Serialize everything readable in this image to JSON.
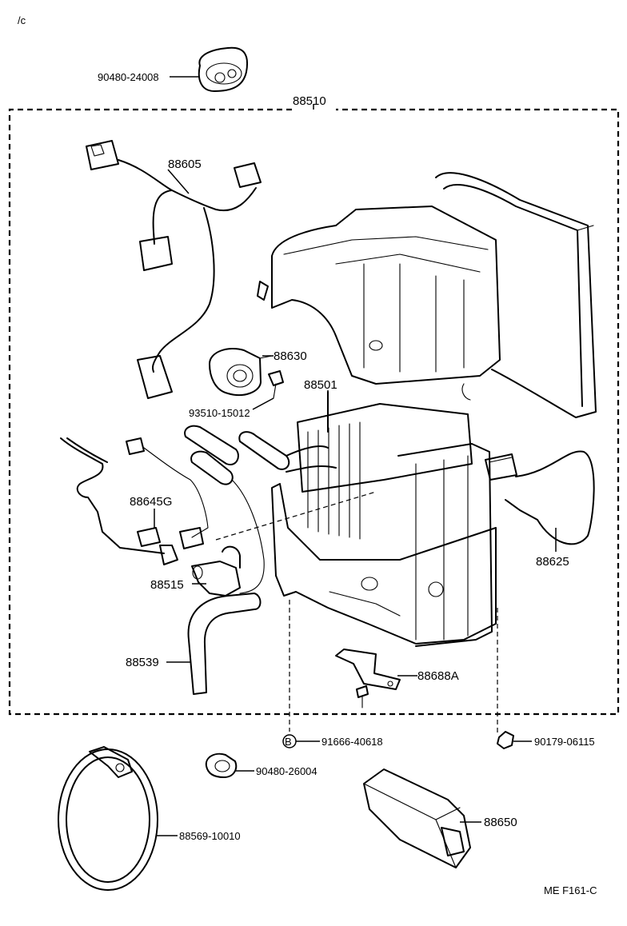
{
  "corner_mark": "/c",
  "diagram_code": "ME  F161-C",
  "assembly": {
    "number": "88510"
  },
  "circle_marker": "B",
  "parts": {
    "grommet_top": "90480-24008",
    "wire_harness": "88605",
    "switch_88630": "88630",
    "screw_93510": "93510-15012",
    "evaporator": "88501",
    "switch_88645G": "88645G",
    "thermistor_88625": "88625",
    "valve_88515": "88515",
    "hose_88539": "88539",
    "bracket_88688A": "88688A",
    "bolt_91666": "91666-40618",
    "nut_90179": "90179-06115",
    "grommet_90480_26004": "90480-26004",
    "band_88569": "88569-10010",
    "amplifier_88650": "88650"
  }
}
